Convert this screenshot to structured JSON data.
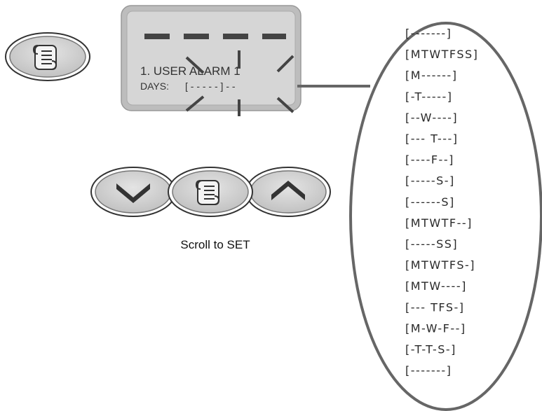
{
  "lcd": {
    "line1": "1.  USER ALARM  1",
    "days_label": "DAYS:",
    "days_value": "[  - - - - - ] - -"
  },
  "caption": "Scroll to SET",
  "day_options": [
    "[-------]",
    "[MTWTFSS]",
    "[M------]",
    "[-T-----]",
    "[--W----]",
    "[--- T---]",
    "[----F--]",
    "[-----S-]",
    "[------S]",
    "[MTWTF--]",
    "[-----SS]",
    "[MTWTFS-]",
    "[MTW----]",
    "[--- TFS-]",
    "[M-W-F--]",
    "[-T-T-S-]",
    "[-------]"
  ],
  "buttons": {
    "menu_icon": "scroll-icon",
    "down_icon": "chevron-down-icon",
    "up_icon": "chevron-up-icon"
  },
  "colors": {
    "button_fill": "#d0d0d0",
    "lcd_fill": "#d6d6d6",
    "stroke": "#555555"
  }
}
